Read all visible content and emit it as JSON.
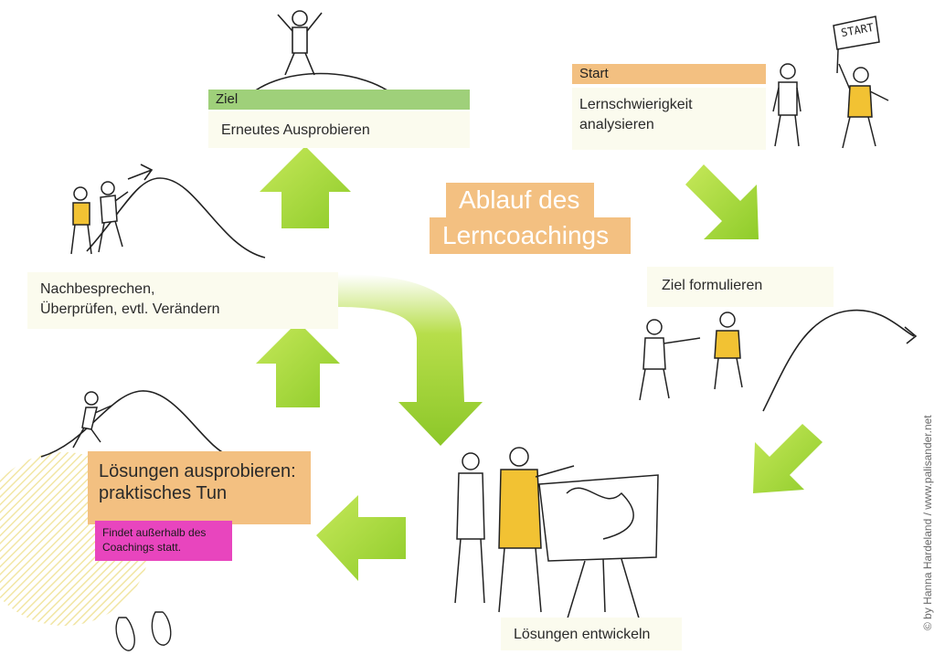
{
  "title": {
    "line1": "Ablauf des",
    "line2": "Lerncoachings"
  },
  "steps": {
    "start": {
      "tag": "Start",
      "text_line1": "Lernschwierigkeit",
      "text_line2": "analysieren"
    },
    "ziel_formulieren": {
      "text": "Ziel formulieren"
    },
    "loesungen_entwickeln": {
      "text": "Lösungen entwickeln"
    },
    "loesungen_ausprobieren": {
      "line1": "Lösungen ausprobieren:",
      "line2": "praktisches Tun",
      "note_line1": "Findet außerhalb des",
      "note_line2": "Coachings statt."
    },
    "nachbesprechen": {
      "line1": "Nachbesprechen,",
      "line2": "Überprüfen, evtl. Verändern"
    },
    "ziel": {
      "tag": "Ziel",
      "text": "Erneutes Ausprobieren"
    }
  },
  "sign_text": "START",
  "credit": "© by Hanna Hardeland / www.palisander.net",
  "colors": {
    "orange": "#f3c081",
    "green_tag": "#9fd07a",
    "magenta": "#e845be",
    "arrow_green": "#a5d63a",
    "figure_yellow": "#f2c233",
    "box_bg": "#fbfbee"
  }
}
